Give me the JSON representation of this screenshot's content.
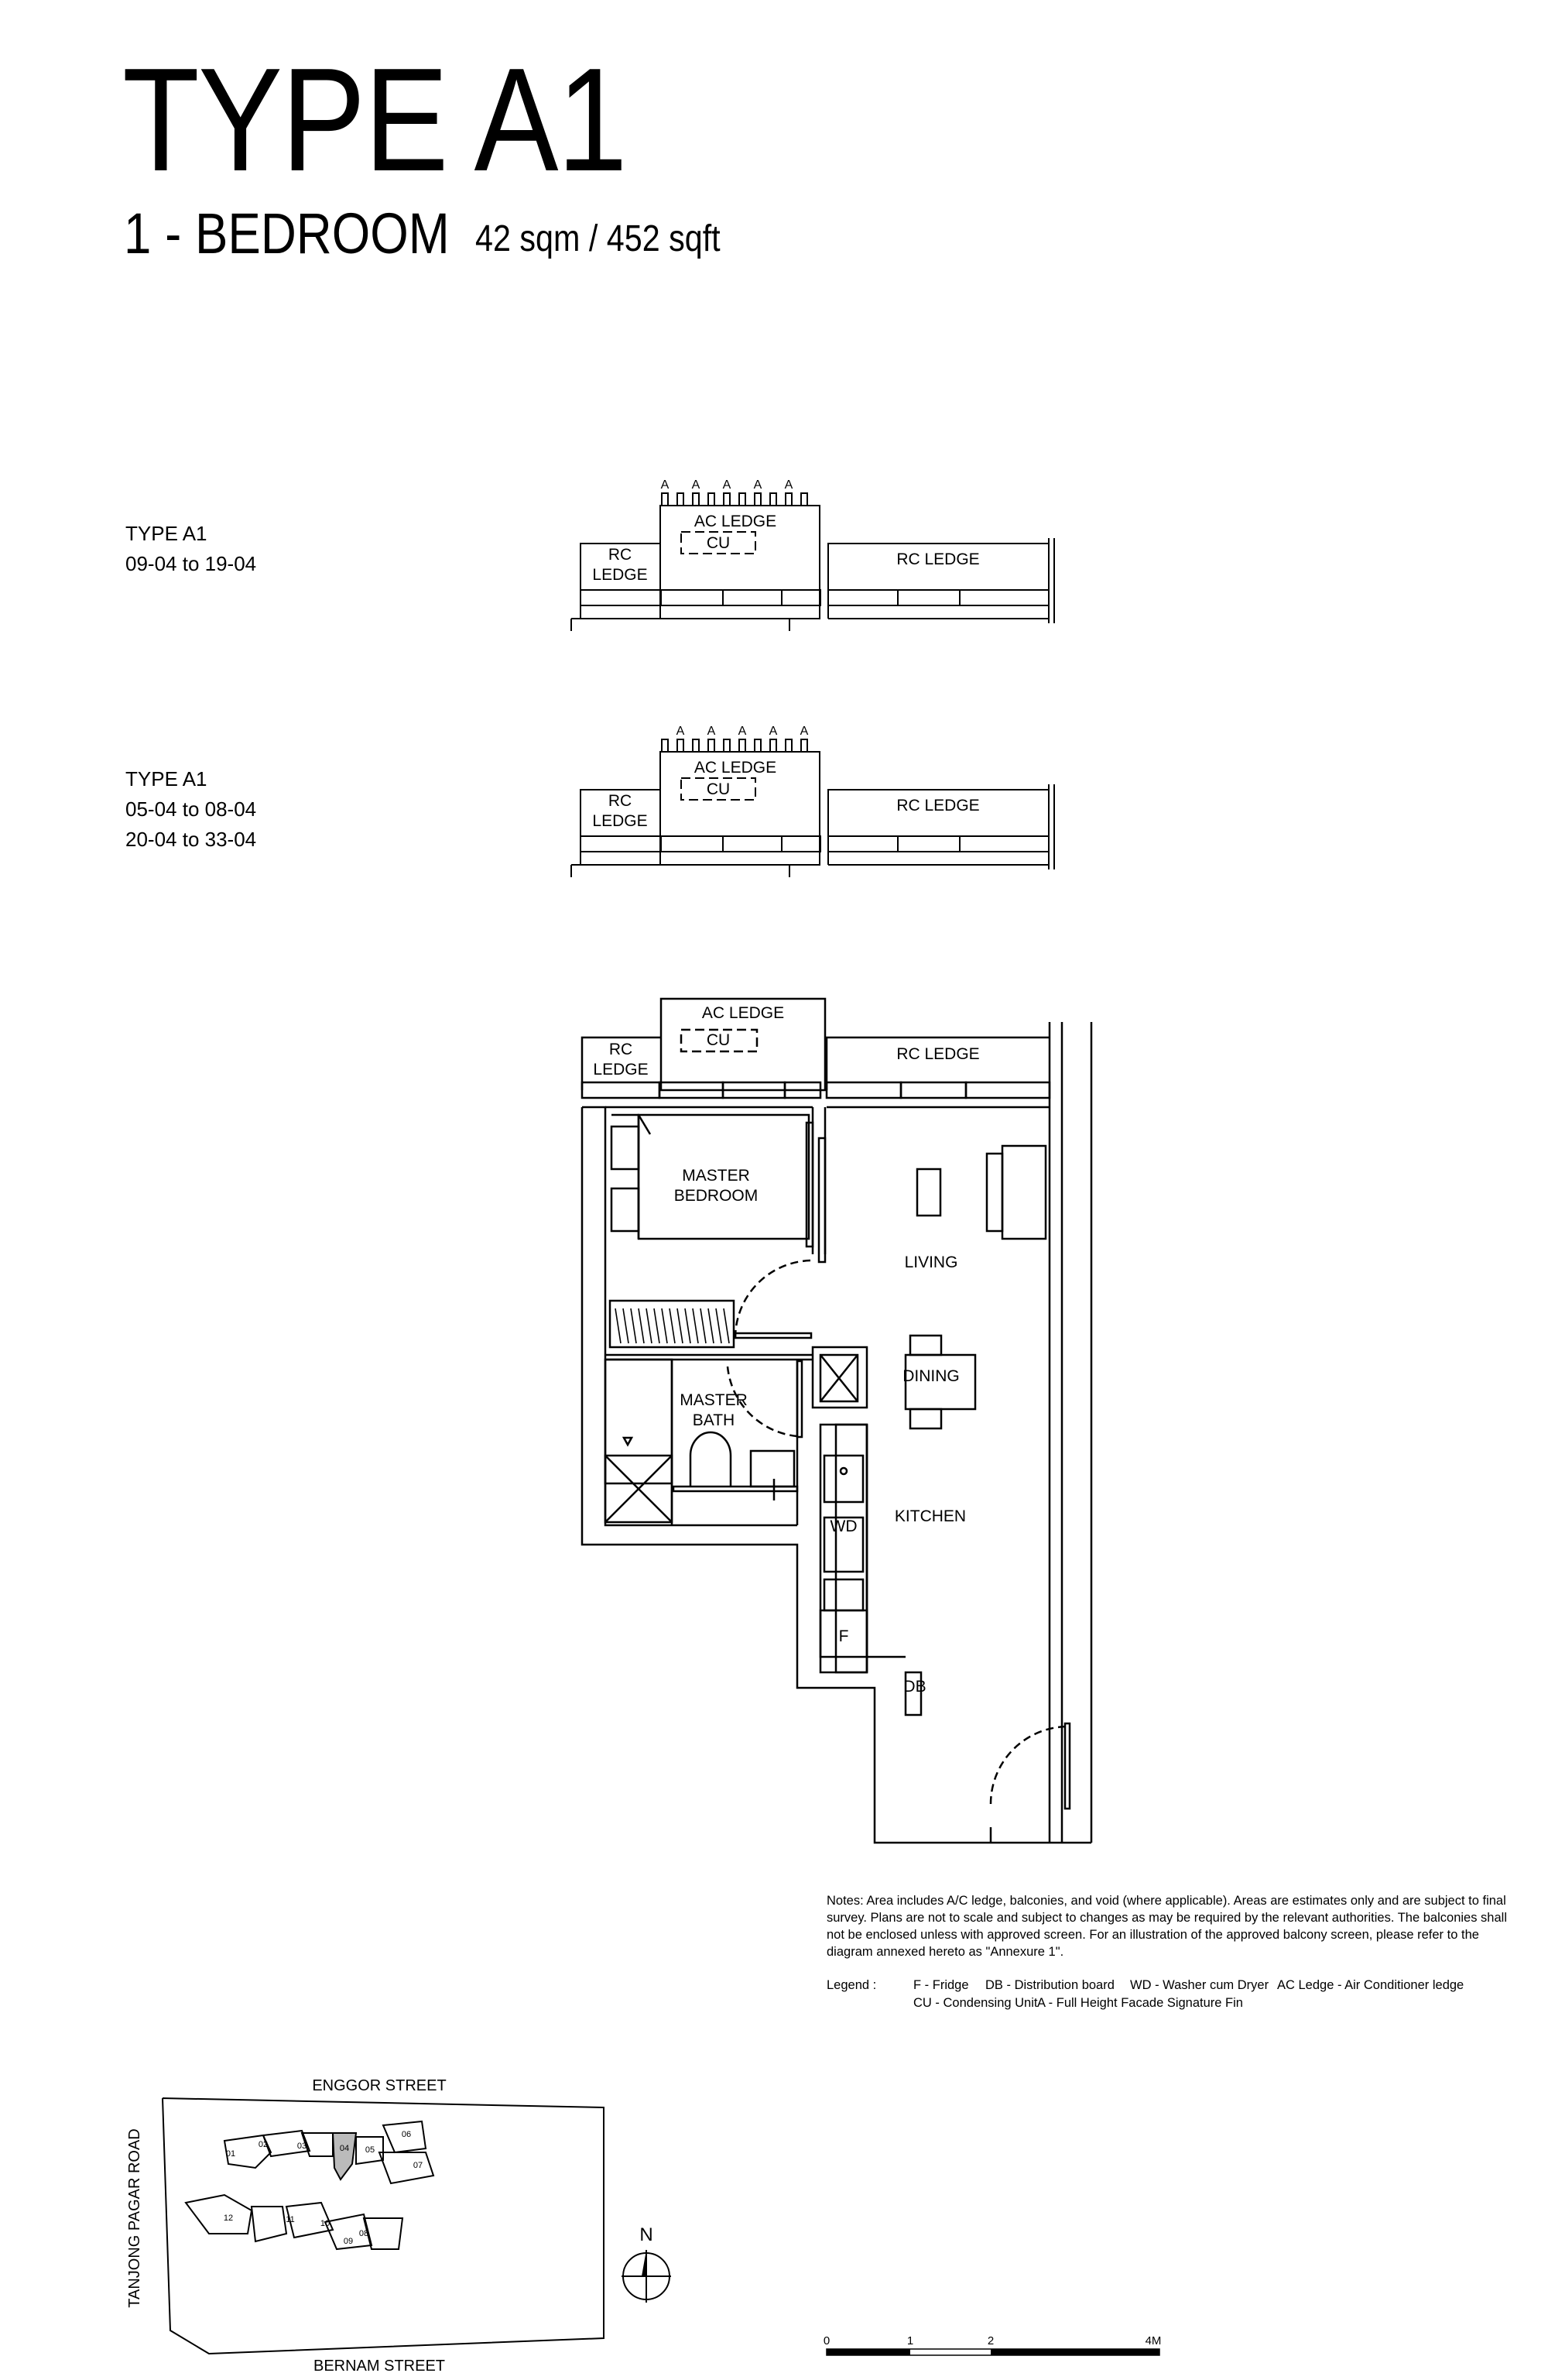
{
  "header": {
    "title": "TYPE A1",
    "bedroom": "1 - BEDROOM",
    "area": "42 sqm / 452 sqft"
  },
  "variants": [
    {
      "type": "TYPE A1",
      "units": [
        "09-04 to 19-04"
      ]
    },
    {
      "type": "TYPE A1",
      "units": [
        "05-04 to 08-04",
        "20-04 to 33-04"
      ]
    }
  ],
  "ledges": {
    "ac_ledge": "AC LEDGE",
    "cu": "CU",
    "rc_ledge_small_line1": "RC",
    "rc_ledge_small_line2": "LEDGE",
    "rc_ledge": "RC LEDGE",
    "fin_mark": "A"
  },
  "rooms": {
    "master_bedroom_line1": "MASTER",
    "master_bedroom_line2": "BEDROOM",
    "living": "LIVING",
    "dining": "DINING",
    "master_bath_line1": "MASTER",
    "master_bath_line2": "BATH",
    "kitchen": "KITCHEN",
    "wd": "WD",
    "fridge": "F",
    "db": "DB"
  },
  "site_plan": {
    "street_top": "ENGGOR STREET",
    "street_bottom": "BERNAM STREET",
    "street_left": "TANJONG PAGAR ROAD",
    "highlighted_unit": "04",
    "units": [
      "01",
      "02",
      "03",
      "04",
      "05",
      "06",
      "07",
      "08",
      "09",
      "10",
      "11",
      "12"
    ]
  },
  "north": "N",
  "scale_bar": {
    "labels": [
      "0",
      "1",
      "2",
      "4M"
    ]
  },
  "notes": "Notes: Area includes A/C ledge, balconies, and void (where applicable). Areas are estimates only and are subject to final survey. Plans are not to scale and subject to changes as may be required by the relevant authorities. The balconies shall not be enclosed unless with approved screen. For an illustration of the approved balcony screen, please refer to the diagram annexed hereto as \"Annexure 1\".",
  "legend": {
    "label": "Legend :",
    "items": [
      "F - Fridge",
      "DB - Distribution board",
      "WD - Washer cum Dryer",
      "AC Ledge - Air Conditioner ledge",
      "CU - Condensing Unit",
      "A - Full Height Facade Signature Fin"
    ]
  }
}
